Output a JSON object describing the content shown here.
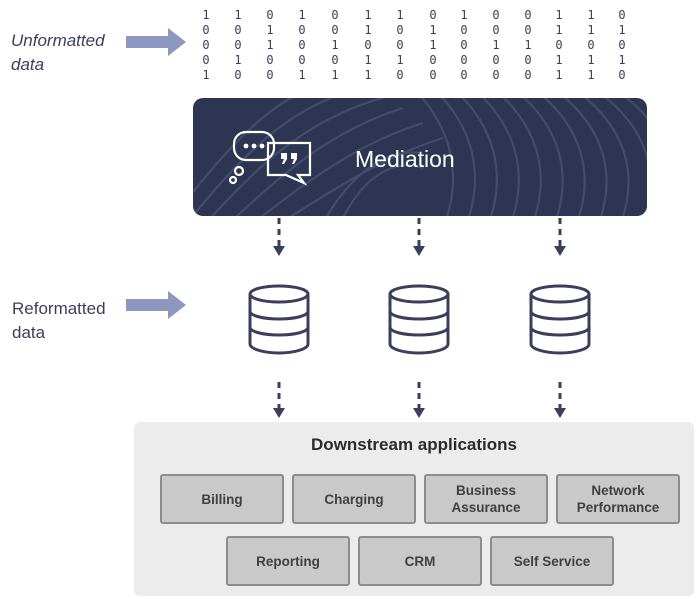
{
  "labels": {
    "unformatted_line1": "Unformatted",
    "unformatted_line2": "data",
    "reformatted_line1": "Reformatted",
    "reformatted_line2": "data"
  },
  "binary_rows": [
    [
      "1",
      "1",
      "0",
      "1",
      "0",
      "1",
      "1",
      "0",
      "1",
      "0",
      "0",
      "1",
      "1",
      "0"
    ],
    [
      "0",
      "0",
      "1",
      "0",
      "0",
      "1",
      "0",
      "1",
      "0",
      "0",
      "0",
      "1",
      "1",
      "1"
    ],
    [
      "0",
      "0",
      "1",
      "0",
      "1",
      "0",
      "0",
      "1",
      "0",
      "1",
      "1",
      "0",
      "0",
      "0"
    ],
    [
      "0",
      "1",
      "0",
      "0",
      "0",
      "1",
      "1",
      "0",
      "0",
      "0",
      "0",
      "1",
      "1",
      "1"
    ],
    [
      "1",
      "0",
      "0",
      "1",
      "1",
      "1",
      "0",
      "0",
      "0",
      "0",
      "0",
      "1",
      "1",
      "0"
    ]
  ],
  "mediation": {
    "title": "Mediation"
  },
  "downstream": {
    "title": "Downstream applications",
    "row1": [
      "Billing",
      "Charging",
      "Business\nAssurance",
      "Network\nPerformance"
    ],
    "row2": [
      "Reporting",
      "CRM",
      "Self Service"
    ]
  },
  "colors": {
    "arrow_fill": "#8e97bf",
    "mediation_bg": "#2e3552",
    "icon_stroke": "#3a3f5c"
  }
}
